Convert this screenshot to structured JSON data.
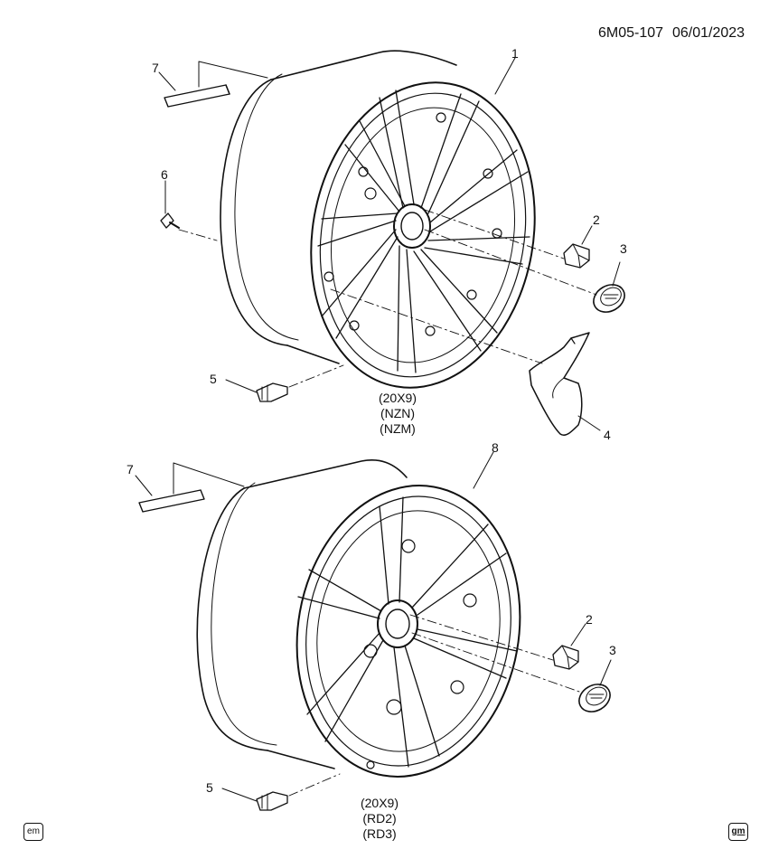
{
  "header": {
    "code": "6M05-107",
    "date": "06/01/2023"
  },
  "top_assembly": {
    "callouts": {
      "wheel": "1",
      "nut": "2",
      "cap": "3",
      "insert": "4",
      "valve": "5",
      "bolt": "6",
      "label": "7"
    },
    "size_lines": [
      "(20X9)",
      "(NZN)",
      "(NZM)"
    ]
  },
  "bottom_assembly": {
    "callouts": {
      "wheel": "8",
      "nut": "2",
      "cap": "3",
      "valve": "5",
      "label": "7"
    },
    "size_lines": [
      "(20X9)",
      "(RD2)",
      "(RD3)"
    ]
  },
  "footer": {
    "left_badge": "em",
    "right_badge": "gm"
  }
}
